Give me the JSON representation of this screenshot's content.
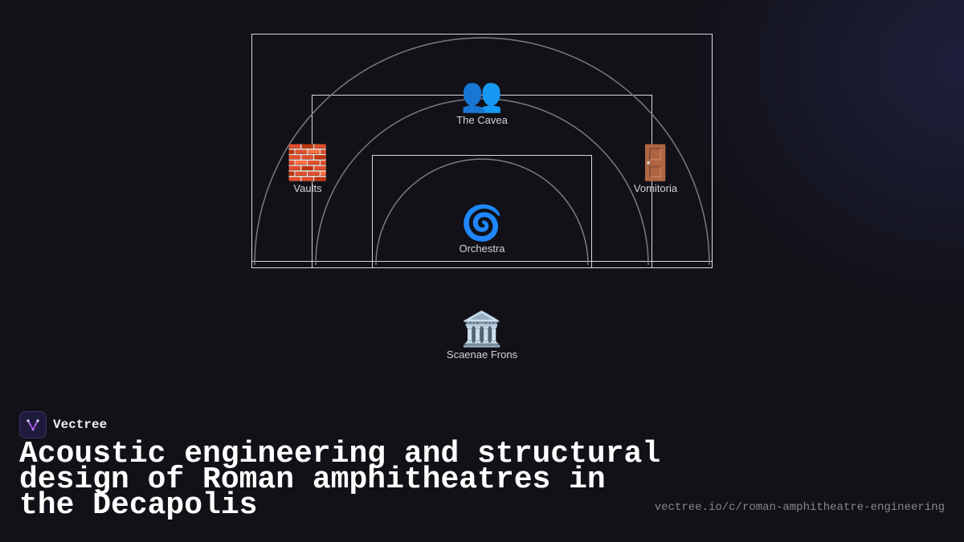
{
  "diagram": {
    "nodes": [
      {
        "id": "cavea",
        "emoji": "👥",
        "label": "The Cavea",
        "icon": "people-icon"
      },
      {
        "id": "vaults",
        "emoji": "🧱",
        "label": "Vaults",
        "icon": "brick-wall-icon"
      },
      {
        "id": "vomitoria",
        "emoji": "🚪",
        "label": "Vomitoria",
        "icon": "door-icon"
      },
      {
        "id": "orchestra",
        "emoji": "🌀",
        "label": "Orchestra",
        "icon": "spiral-icon"
      },
      {
        "id": "scaenae",
        "emoji": "🏛️",
        "label": "Scaenae Frons",
        "icon": "classical-building-icon"
      }
    ]
  },
  "brand": {
    "name": "Vectree",
    "logo_icon": "vectree-logo-icon",
    "accent": "#a855f7"
  },
  "title": "Acoustic engineering and structural design of Roman amphitheatres in the Decapolis",
  "url": "vectree.io/c/roman-amphitheatre-engineering"
}
